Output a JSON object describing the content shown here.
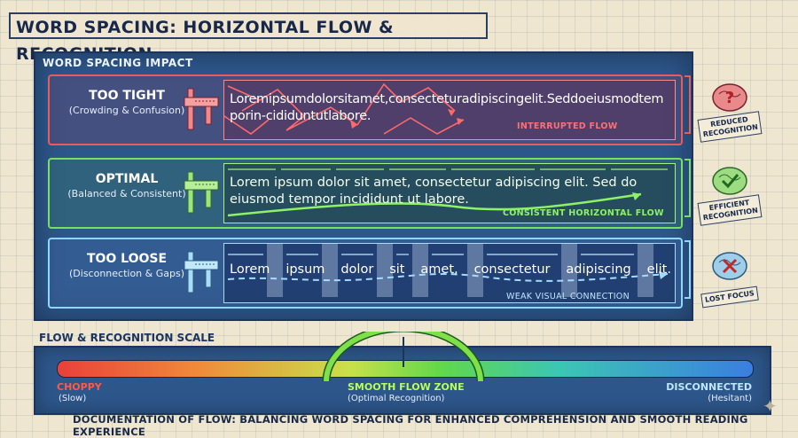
{
  "title": "WORD SPACING: HORIZONTAL FLOW & RECOGNITION",
  "impact_panel": {
    "title": "WORD SPACING IMPACT",
    "rows": [
      {
        "name": "TOO TIGHT",
        "subtitle": "(Crowding & Confusion)",
        "text": "Loremipsumdolorsitamet,consecteturadipiscingelit.Seddoeiusmodtemporin-cididuntutlabore.",
        "flow_label": "INTERRUPTED FLOW",
        "result": "REDUCED RECOGNITION",
        "result_icon": "question-brain-icon",
        "color": "#e85c5c"
      },
      {
        "name": "OPTIMAL",
        "subtitle": "(Balanced & Consistent)",
        "text": "Lorem ipsum dolor sit amet, consectetur adipiscing elit. Sed do eiusmod tempor incididunt ut labore.",
        "flow_label": "CONSISTENT HORIZONTAL FLOW",
        "result": "EFFICIENT RECOGNITION",
        "result_icon": "check-brain-icon",
        "color": "#78e060"
      },
      {
        "name": "TOO LOOSE",
        "subtitle": "(Disconnection & Gaps)",
        "words": [
          "Lorem",
          "ipsum",
          "dolor",
          "sit",
          "amet,",
          "consectetur",
          "adipiscing",
          "elit."
        ],
        "flow_label": "WEAK VISUAL CONNECTION",
        "result": "LOST FOCUS",
        "result_icon": "x-brain-icon",
        "color": "#8fd7ff"
      }
    ]
  },
  "scale": {
    "title": "FLOW & RECOGNITION SCALE",
    "left_label": "CHOPPY",
    "left_sub": "(Slow)",
    "center_label": "SMOOTH FLOW ZONE",
    "center_sub": "(Optimal Recognition)",
    "right_label": "DISCONNECTED",
    "right_sub": "(Hesitant)"
  },
  "footer": "DOCUMENTATION OF FLOW: BALANCING WORD SPACING FOR ENHANCED COMPREHENSION AND SMOOTH READING EXPERIENCE"
}
